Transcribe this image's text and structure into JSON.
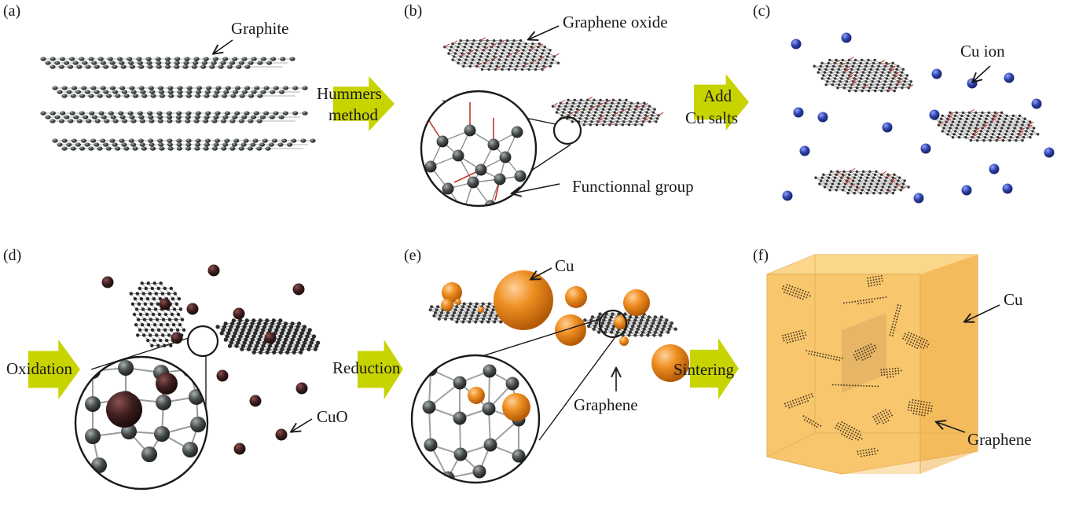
{
  "figure": {
    "panels": [
      {
        "letter": "(a)",
        "labels": [
          "Graphite"
        ]
      },
      {
        "letter": "(b)",
        "labels": [
          "Graphene oxide",
          "Functionnal group"
        ]
      },
      {
        "letter": "(c)",
        "labels": [
          "Cu ion"
        ]
      },
      {
        "letter": "(d)",
        "labels": [
          "CuO"
        ]
      },
      {
        "letter": "(e)",
        "labels": [
          "Cu",
          "Graphene"
        ]
      },
      {
        "letter": "(f)",
        "labels": [
          "Cu",
          "Graphene"
        ]
      }
    ],
    "steps": {
      "hummers_1": "Hummers",
      "hummers_2": "method",
      "add_1": "Add",
      "add_2": "Cu salts",
      "oxidation": "Oxidation",
      "reduction": "Reduction",
      "sintering": "Sintering"
    },
    "colors": {
      "carbon": "#3b3f3f",
      "bond": "#9a9a9a",
      "oxygen_group": "#c0392b",
      "cu_ion": "#2d3f9e",
      "cuo": "#3a1f1f",
      "cu": "#e8871e",
      "arrow": "#c8d400",
      "cube": "#f6c060"
    }
  }
}
